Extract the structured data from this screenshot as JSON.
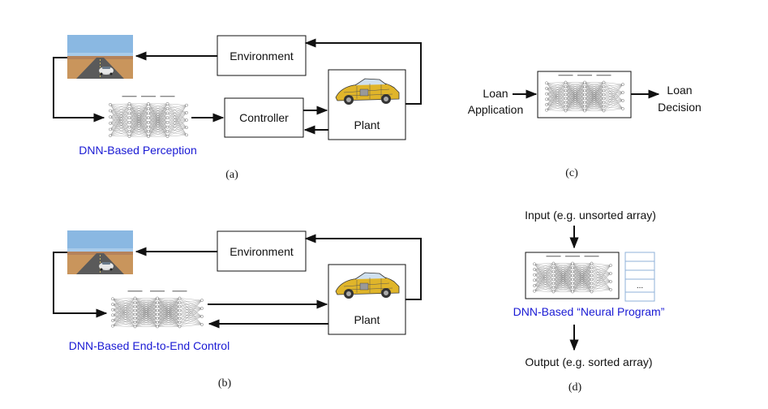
{
  "panel_a": {
    "environment_label": "Environment",
    "controller_label": "Controller",
    "plant_label": "Plant",
    "perception_label": "DNN-Based Perception",
    "caption": "(a)"
  },
  "panel_b": {
    "environment_label": "Environment",
    "plant_label": "Plant",
    "control_label": "DNN-Based End-to-End Control",
    "caption": "(b)"
  },
  "panel_c": {
    "input_line1": "Loan",
    "input_line2": "Application",
    "output_line1": "Loan",
    "output_line2": "Decision",
    "caption": "(c)"
  },
  "panel_d": {
    "input_label": "Input (e.g. unsorted array)",
    "program_label": "DNN-Based “Neural Program”",
    "output_label": "Output (e.g. sorted array)",
    "memory_ellipsis": "...",
    "caption": "(d)"
  },
  "colors": {
    "accent_blue": "#1a1ad4",
    "stroke": "#111111",
    "road_sky": "#9fc4e6",
    "road_sand": "#c9955c",
    "car_yellow": "#e0b52a",
    "memory_lines": "#8fb2d8"
  },
  "icons": {
    "road_image": "desert-road-car-photo",
    "plant_image": "car-cutaway-illustration",
    "network_image": "neural-network-diagram"
  }
}
